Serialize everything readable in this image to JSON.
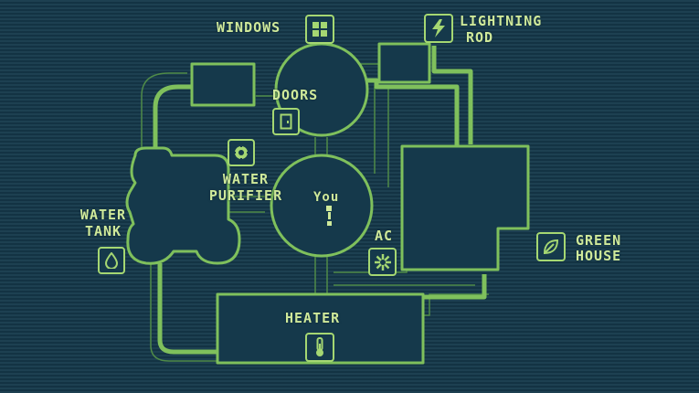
{
  "rooms": {
    "windows": {
      "label": "WINDOWS",
      "icon": "window-grid-icon"
    },
    "lightning_rod": {
      "label_line1": "LIGHTNING",
      "label_line2": "ROD",
      "icon": "lightning-bolt-icon"
    },
    "doors": {
      "label": "DOORS",
      "icon": "door-icon"
    },
    "water_purifier": {
      "label_line1": "WATER",
      "label_line2": "PURIFIER",
      "icon": "purifier-gear-icon"
    },
    "water_tank": {
      "label_line1": "WATER",
      "label_line2": "TANK",
      "icon": "water-drop-icon"
    },
    "ac": {
      "label": "AC",
      "icon": "snowflake-icon"
    },
    "greenhouse": {
      "label_line1": "GREEN",
      "label_line2": "HOUSE",
      "icon": "leaf-icon"
    },
    "heater": {
      "label": "HEATER",
      "icon": "thermometer-icon"
    }
  },
  "player": {
    "label": "You",
    "icon": "player-marker-icon"
  },
  "colors": {
    "background": "#15394b",
    "line": "#7fc05c",
    "line_dim": "#4f8a48",
    "text": "#cfe99a"
  }
}
